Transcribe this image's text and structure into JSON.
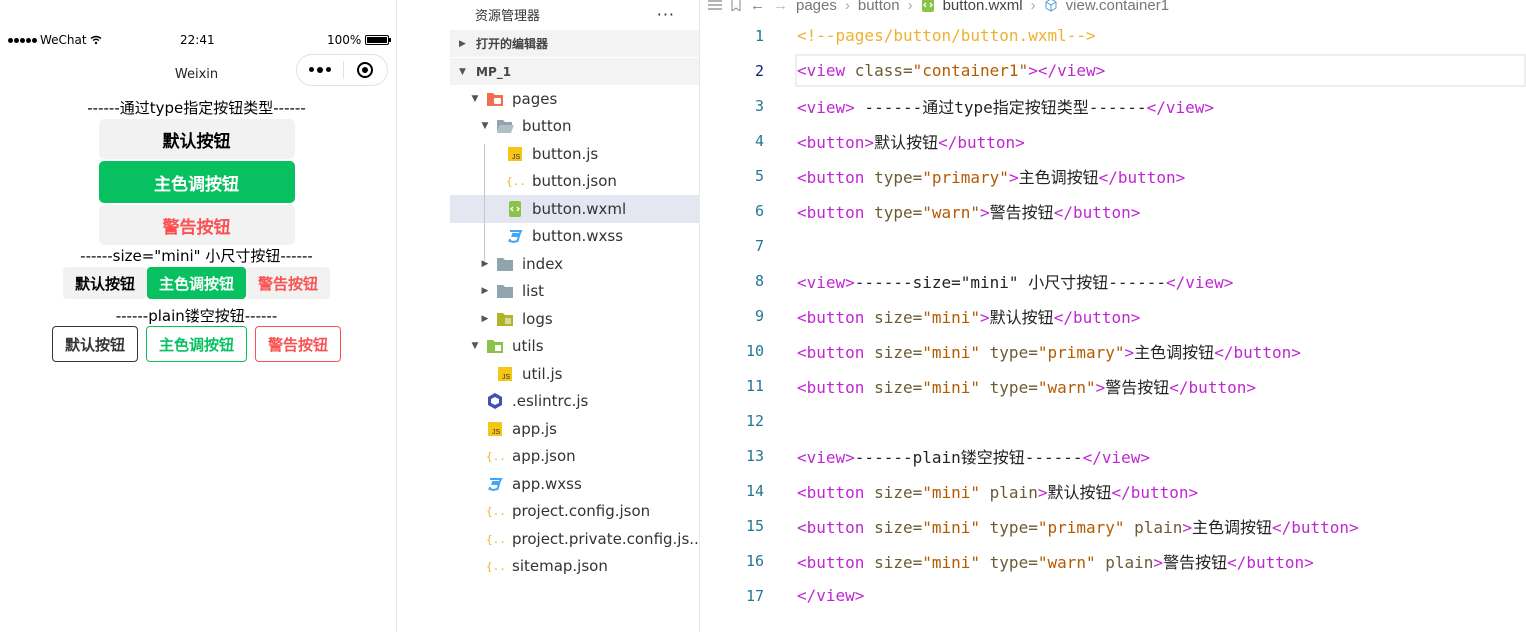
{
  "phone": {
    "status": {
      "carrier": "WeChat",
      "time": "22:41",
      "battery": "100%"
    },
    "nav": {
      "title": "Weixin"
    },
    "section1": "------通过type指定按钮类型------",
    "buttons_full": [
      "默认按钮",
      "主色调按钮",
      "警告按钮"
    ],
    "section2": "------size=\"mini\" 小尺寸按钮------",
    "buttons_mini": [
      "默认按钮",
      "主色调按钮",
      "警告按钮"
    ],
    "section3": "------plain镂空按钮------",
    "buttons_plain": [
      "默认按钮",
      "主色调按钮",
      "警告按钮"
    ]
  },
  "explorer": {
    "title": "资源管理器",
    "more": "···",
    "open_editors": "打开的编辑器",
    "project": "MP_1",
    "items": [
      {
        "label": "pages",
        "icon": "folder-pages-icon",
        "depth": 1,
        "twisty": "▼"
      },
      {
        "label": "button",
        "icon": "folder-open-icon",
        "depth": 2,
        "twisty": "▼"
      },
      {
        "label": "button.js",
        "icon": "js-file-icon",
        "depth": 3,
        "twisty": ""
      },
      {
        "label": "button.json",
        "icon": "json-file-icon",
        "depth": 3,
        "twisty": ""
      },
      {
        "label": "button.wxml",
        "icon": "wxml-file-icon",
        "depth": 3,
        "twisty": "",
        "selected": true
      },
      {
        "label": "button.wxss",
        "icon": "css-file-icon",
        "depth": 3,
        "twisty": ""
      },
      {
        "label": "index",
        "icon": "folder-icon",
        "depth": 2,
        "twisty": "▶"
      },
      {
        "label": "list",
        "icon": "folder-icon",
        "depth": 2,
        "twisty": "▶"
      },
      {
        "label": "logs",
        "icon": "folder-logs-icon",
        "depth": 2,
        "twisty": "▶"
      },
      {
        "label": "utils",
        "icon": "folder-utils-icon",
        "depth": 1,
        "twisty": "▼"
      },
      {
        "label": "util.js",
        "icon": "js-file-icon",
        "depth": 2,
        "twisty": ""
      },
      {
        "label": ".eslintrc.js",
        "icon": "eslint-file-icon",
        "depth": 1,
        "twisty": ""
      },
      {
        "label": "app.js",
        "icon": "js-file-icon",
        "depth": 1,
        "twisty": ""
      },
      {
        "label": "app.json",
        "icon": "json-file-icon",
        "depth": 1,
        "twisty": ""
      },
      {
        "label": "app.wxss",
        "icon": "css-file-icon",
        "depth": 1,
        "twisty": ""
      },
      {
        "label": "project.config.json",
        "icon": "json-file-icon",
        "depth": 1,
        "twisty": ""
      },
      {
        "label": "project.private.config.js...",
        "icon": "json-file-icon",
        "depth": 1,
        "twisty": ""
      },
      {
        "label": "sitemap.json",
        "icon": "json-file-icon",
        "depth": 1,
        "twisty": ""
      }
    ]
  },
  "editor": {
    "breadcrumb": [
      "pages",
      "button",
      "button.wxml",
      "view.container1"
    ],
    "current_line": 2,
    "lines": [
      [
        [
          "cmt",
          "<!--pages/button/button.wxml-->"
        ]
      ],
      [
        [
          "tag",
          "<view "
        ],
        [
          "attr",
          "class="
        ],
        [
          "str",
          "\"container1\""
        ],
        [
          "tag",
          ">"
        ],
        [
          "tag",
          "</view>"
        ]
      ],
      [
        [
          "tag",
          "<view>"
        ],
        [
          "txt",
          " ------通过type指定按钮类型------"
        ],
        [
          "tag",
          "</view>"
        ]
      ],
      [
        [
          "tag",
          "<button>"
        ],
        [
          "txt",
          "默认按钮"
        ],
        [
          "tag",
          "</button>"
        ]
      ],
      [
        [
          "tag",
          "<button "
        ],
        [
          "attr",
          "type="
        ],
        [
          "str",
          "\"primary\""
        ],
        [
          "tag",
          ">"
        ],
        [
          "txt",
          "主色调按钮"
        ],
        [
          "tag",
          "</button>"
        ]
      ],
      [
        [
          "tag",
          "<button "
        ],
        [
          "attr",
          "type="
        ],
        [
          "str",
          "\"warn\""
        ],
        [
          "tag",
          ">"
        ],
        [
          "txt",
          "警告按钮"
        ],
        [
          "tag",
          "</button>"
        ]
      ],
      [],
      [
        [
          "tag",
          "<view>"
        ],
        [
          "txt",
          "------size=\"mini\" 小尺寸按钮------"
        ],
        [
          "tag",
          "</view>"
        ]
      ],
      [
        [
          "tag",
          "<button "
        ],
        [
          "attr",
          "size="
        ],
        [
          "str",
          "\"mini\""
        ],
        [
          "tag",
          ">"
        ],
        [
          "txt",
          "默认按钮"
        ],
        [
          "tag",
          "</button>"
        ]
      ],
      [
        [
          "tag",
          "<button "
        ],
        [
          "attr",
          "size="
        ],
        [
          "str",
          "\"mini\""
        ],
        [
          "attr",
          " type="
        ],
        [
          "str",
          "\"primary\""
        ],
        [
          "tag",
          ">"
        ],
        [
          "txt",
          "主色调按钮"
        ],
        [
          "tag",
          "</button>"
        ]
      ],
      [
        [
          "tag",
          "<button "
        ],
        [
          "attr",
          "size="
        ],
        [
          "str",
          "\"mini\""
        ],
        [
          "attr",
          " type="
        ],
        [
          "str",
          "\"warn\""
        ],
        [
          "tag",
          ">"
        ],
        [
          "txt",
          "警告按钮"
        ],
        [
          "tag",
          "</button>"
        ]
      ],
      [],
      [
        [
          "tag",
          "<view>"
        ],
        [
          "txt",
          "------plain镂空按钮------"
        ],
        [
          "tag",
          "</view>"
        ]
      ],
      [
        [
          "tag",
          "<button "
        ],
        [
          "attr",
          "size="
        ],
        [
          "str",
          "\"mini\""
        ],
        [
          "attr",
          " plain"
        ],
        [
          "tag",
          ">"
        ],
        [
          "txt",
          "默认按钮"
        ],
        [
          "tag",
          "</button>"
        ]
      ],
      [
        [
          "tag",
          "<button "
        ],
        [
          "attr",
          "size="
        ],
        [
          "str",
          "\"mini\""
        ],
        [
          "attr",
          " type="
        ],
        [
          "str",
          "\"primary\""
        ],
        [
          "attr",
          " plain"
        ],
        [
          "tag",
          ">"
        ],
        [
          "txt",
          "主色调按钮"
        ],
        [
          "tag",
          "</button>"
        ]
      ],
      [
        [
          "tag",
          "<button "
        ],
        [
          "attr",
          "size="
        ],
        [
          "str",
          "\"mini\""
        ],
        [
          "attr",
          " type="
        ],
        [
          "str",
          "\"warn\""
        ],
        [
          "attr",
          " plain"
        ],
        [
          "tag",
          ">"
        ],
        [
          "txt",
          "警告按钮"
        ],
        [
          "tag",
          "</button>"
        ]
      ],
      [
        [
          "tag",
          "</view>"
        ]
      ]
    ]
  },
  "colors": {
    "primary": "#07c160",
    "warn": "#fa5151",
    "tag": "#c026d3",
    "string": "#b35b00",
    "comment": "#f0b030",
    "line_number": "#237893"
  }
}
